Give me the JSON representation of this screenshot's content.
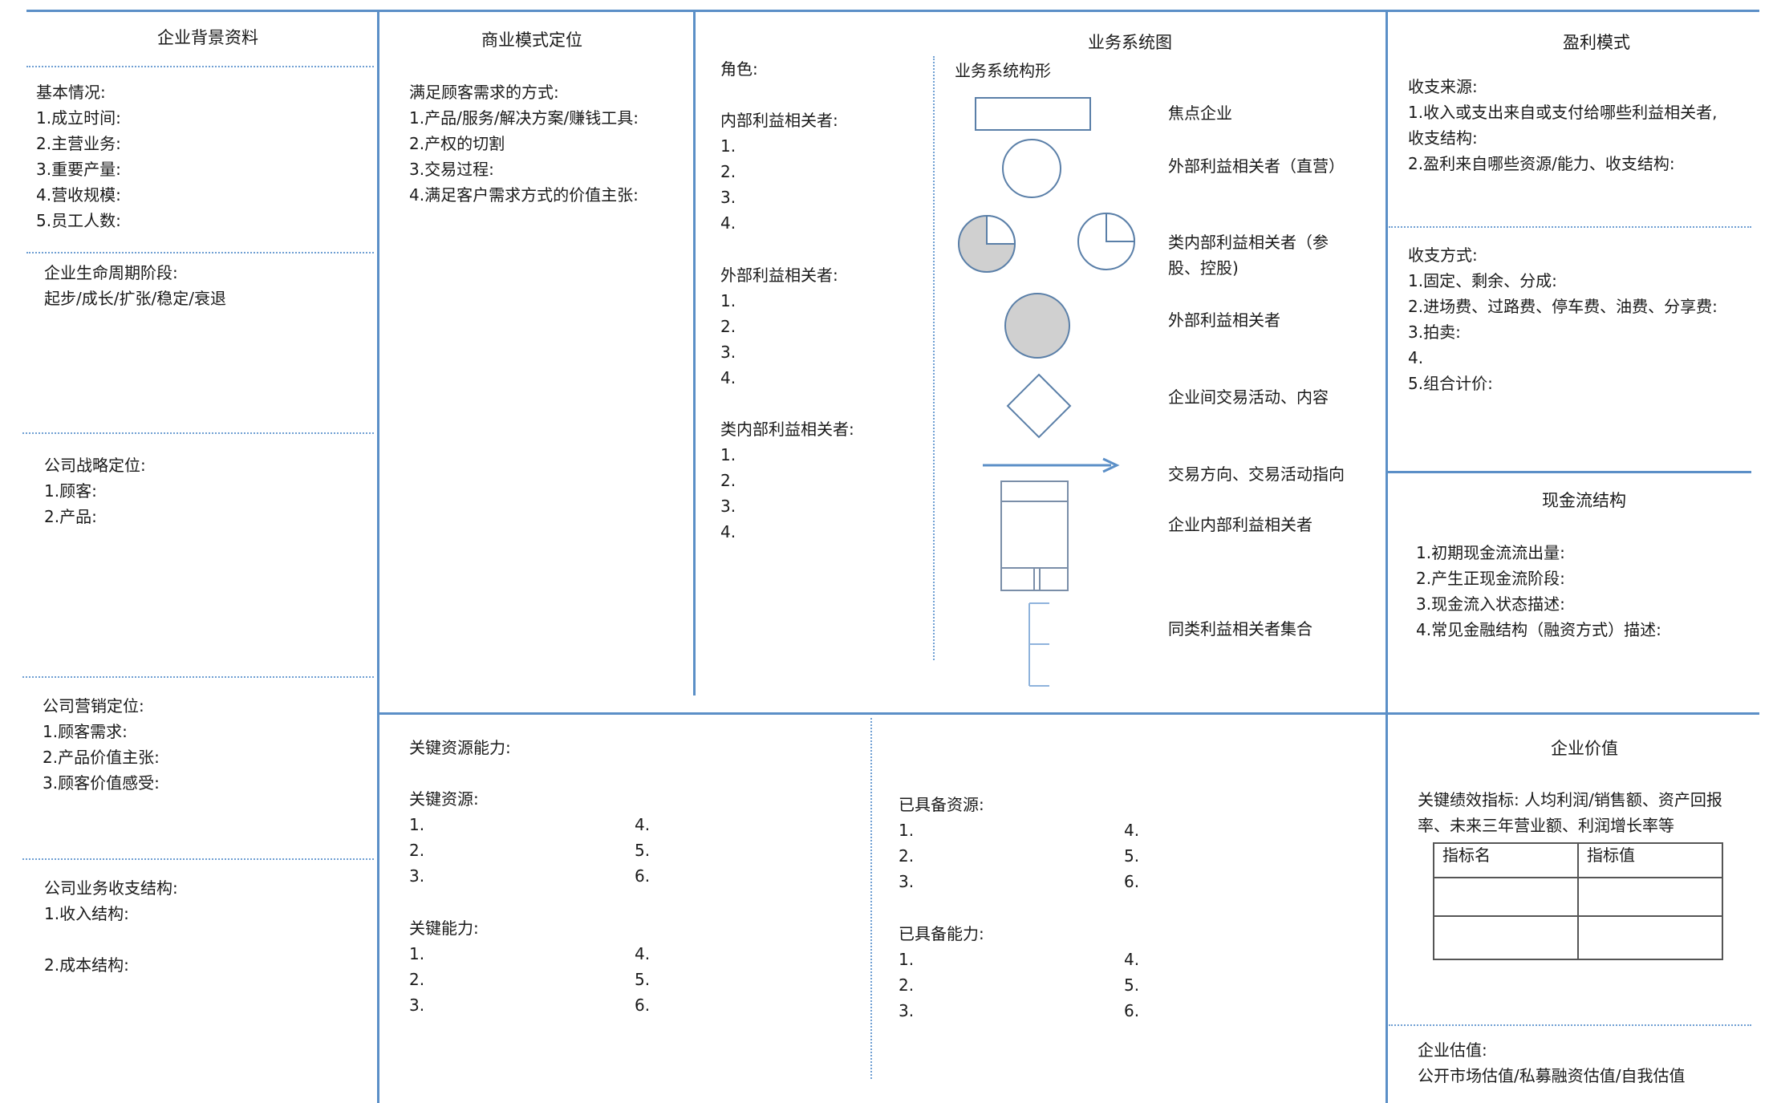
{
  "col1": {
    "title": "企业背景资料",
    "basic_head": "基本情况:",
    "basic": [
      "1.成立时间:",
      "2.主营业务:",
      "3.重要产量:",
      "4.营收规模:",
      "5.员工人数:"
    ],
    "lifecycle_head": "企业生命周期阶段:",
    "lifecycle_value": "起步/成长/扩张/稳定/衰退",
    "strategy_head": "公司战略定位:",
    "strategy": [
      "1.顾客:",
      "2.产品:"
    ],
    "marketing_head": "公司营销定位:",
    "marketing": [
      "1.顾客需求:",
      "2.产品价值主张:",
      "3.顾客价值感受:"
    ],
    "finance_head": "公司业务收支结构:",
    "finance_income": "1.收入结构:",
    "finance_cost": "2.成本结构:"
  },
  "col2": {
    "title": "商业模式定位",
    "head": "满足顾客需求的方式:",
    "items": [
      "1.产品/服务/解决方案/赚钱工具:",
      "2.产权的切割",
      "3.交易过程:",
      "4.满足客户需求方式的价值主张:"
    ]
  },
  "col3": {
    "title": "业务系统图",
    "roles_head": "角色:",
    "internal_head": "内部利益相关者:",
    "external_head": "外部利益相关者:",
    "quasi_head": "类内部利益相关者:",
    "nums": [
      "1.",
      "2.",
      "3.",
      "4."
    ],
    "shapes_head": "业务系统构形",
    "legend": {
      "focal": "焦点企业",
      "ext_direct": "外部利益相关者（直营）",
      "quasi_1": "类内部利益相关者（参",
      "quasi_2": "股、控股)",
      "ext": "外部利益相关者",
      "trade": "企业间交易活动、内容",
      "direction": "交易方向、交易活动指向",
      "internal": "企业内部利益相关者",
      "group": "同类利益相关者集合"
    }
  },
  "col4": {
    "title": "盈利模式",
    "source_head": "收支来源:",
    "source_1": "1.收入或支出来自或支付给哪些利益相关者,",
    "structure_head": "收支结构:",
    "source_2": "2.盈利来自哪些资源/能力、收支结构:",
    "method_head": "收支方式:",
    "methods": [
      "1.固定、剩余、分成:",
      "2.进场费、过路费、停车费、油费、分享费:",
      "3.拍卖:",
      "4.",
      "5.组合计价:"
    ],
    "cash_title": "现金流结构",
    "cash": [
      "1.初期现金流流出量:",
      "2.产生正现金流阶段:",
      "3.现金流入状态描述:",
      "4.常见金融结构（融资方式）描述:"
    ]
  },
  "bottom_left": {
    "head": "关键资源能力:",
    "res_head": "关键资源:",
    "res_a": [
      "1.",
      "2.",
      "3."
    ],
    "res_b": [
      "4.",
      "5.",
      "6."
    ],
    "cap_head": "关键能力:",
    "cap_a": [
      "1.",
      "2.",
      "3."
    ],
    "cap_b": [
      "4.",
      "5.",
      "6."
    ]
  },
  "bottom_mid": {
    "res_head": "已具备资源:",
    "res_a": [
      "1.",
      "2.",
      "3."
    ],
    "res_b": [
      "4.",
      "5.",
      "6."
    ],
    "cap_head": "已具备能力:",
    "cap_a": [
      "1.",
      "2.",
      "3."
    ],
    "cap_b": [
      "4.",
      "5.",
      "6."
    ]
  },
  "value": {
    "title": "企业价值",
    "kpi_1": "关键绩效指标: 人均利润/销售额、资产回报",
    "kpi_2": "率、未来三年营业额、利润增长率等",
    "col_name": "指标名",
    "col_value": "指标值",
    "valuation_head": "企业估值:",
    "valuation_value": "公开市场估值/私募融资估值/自我估值"
  },
  "colors": {
    "line": "#5b8fc7",
    "shape_fill": "#d0d0d0",
    "shape_stroke": "#5a7fa8"
  }
}
